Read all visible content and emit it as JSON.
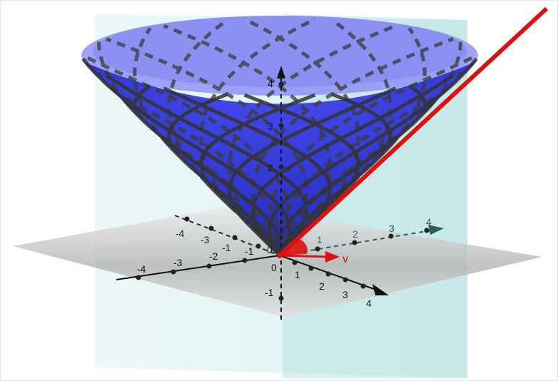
{
  "axes": {
    "x": {
      "ticks": [
        "-4",
        "-3",
        "-2",
        "-1",
        "0",
        "1",
        "2",
        "3",
        "4"
      ]
    },
    "y": {
      "ticks": [
        "-4",
        "-3",
        "-2",
        "-1",
        "0",
        "1",
        "2",
        "3",
        "4"
      ]
    },
    "z": {
      "ticks": [
        "-1",
        "2",
        "3",
        "4"
      ]
    }
  },
  "vector_label": "v",
  "colors": {
    "cone_fill": "#2a2fe0",
    "cone_rim": "#8f93f5",
    "mesh": "#3a3a3a",
    "generatrix": "#dd1111",
    "vertical_plane": "#cfecec",
    "xy_plane": "#9a9a9a",
    "angle_arc": "#dd1111"
  }
}
